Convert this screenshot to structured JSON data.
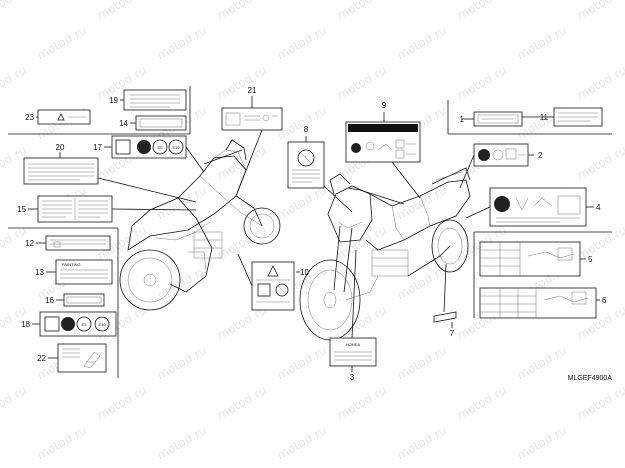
{
  "diagram": {
    "code": "MLGEF4900A",
    "watermark": "motod.ru",
    "callouts": [
      {
        "id": "c1",
        "num": "1"
      },
      {
        "id": "c2",
        "num": "2"
      },
      {
        "id": "c3",
        "num": "3"
      },
      {
        "id": "c4",
        "num": "4"
      },
      {
        "id": "c5",
        "num": "5"
      },
      {
        "id": "c6",
        "num": "6"
      },
      {
        "id": "c7",
        "num": "7"
      },
      {
        "id": "c8",
        "num": "8"
      },
      {
        "id": "c9",
        "num": "9"
      },
      {
        "id": "c10",
        "num": "10"
      },
      {
        "id": "c11",
        "num": "11"
      },
      {
        "id": "c12",
        "num": "12"
      },
      {
        "id": "c13",
        "num": "13"
      },
      {
        "id": "c14",
        "num": "14"
      },
      {
        "id": "c15",
        "num": "15"
      },
      {
        "id": "c16",
        "num": "16"
      },
      {
        "id": "c17",
        "num": "17"
      },
      {
        "id": "c18",
        "num": "18"
      },
      {
        "id": "c19",
        "num": "19"
      },
      {
        "id": "c20",
        "num": "20"
      },
      {
        "id": "c21",
        "num": "21"
      },
      {
        "id": "c22",
        "num": "22"
      },
      {
        "id": "c23",
        "num": "23"
      }
    ],
    "label_texts": {
      "e5": "E5",
      "e10": "E10",
      "honda": "HONDA",
      "painting": "PAINTING"
    }
  }
}
